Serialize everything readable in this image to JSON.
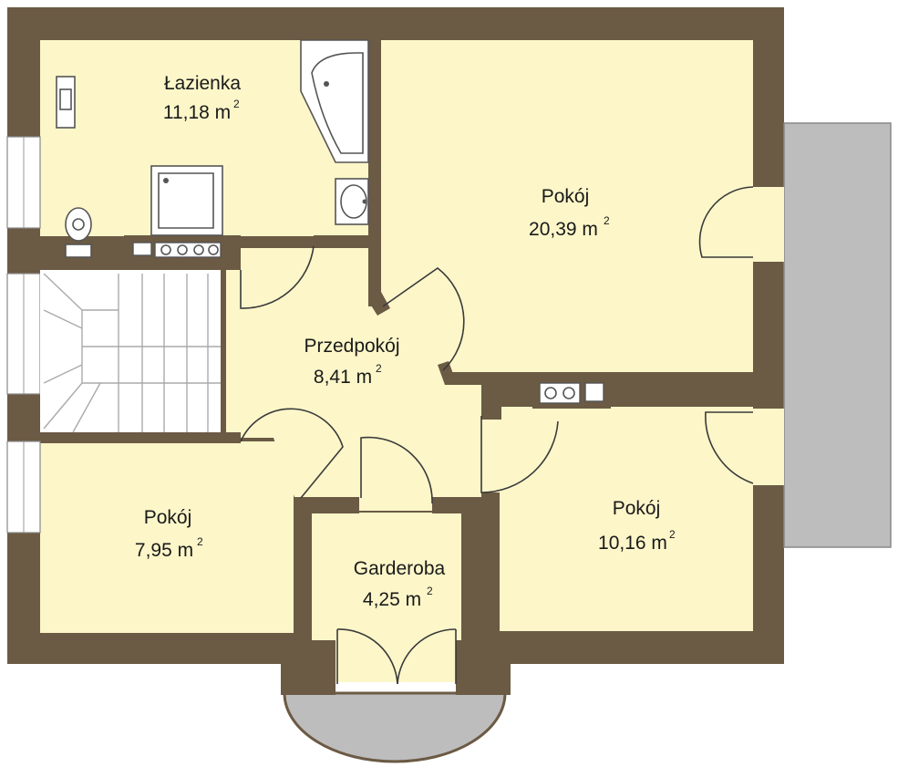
{
  "colors": {
    "wall": "#6b5a44",
    "floor": "#fcf6c9",
    "terrace": "#bdbdbd",
    "stairs": "#ffffff"
  },
  "rooms": [
    {
      "id": "lazienka",
      "name": "Łazienka",
      "area": "11,18 m",
      "unit_sup": "2"
    },
    {
      "id": "pokoj-large",
      "name": "Pokój",
      "area": "20,39 m",
      "unit_sup": "2"
    },
    {
      "id": "przedpokoj",
      "name": "Przedpokój",
      "area": "8,41 m",
      "unit_sup": "2"
    },
    {
      "id": "pokoj-small",
      "name": "Pokój",
      "area": "7,95 m",
      "unit_sup": "2"
    },
    {
      "id": "garderoba",
      "name": "Garderoba",
      "area": "4,25 m",
      "unit_sup": "2"
    },
    {
      "id": "pokoj-right",
      "name": "Pokój",
      "area": "10,16 m",
      "unit_sup": "2"
    }
  ]
}
